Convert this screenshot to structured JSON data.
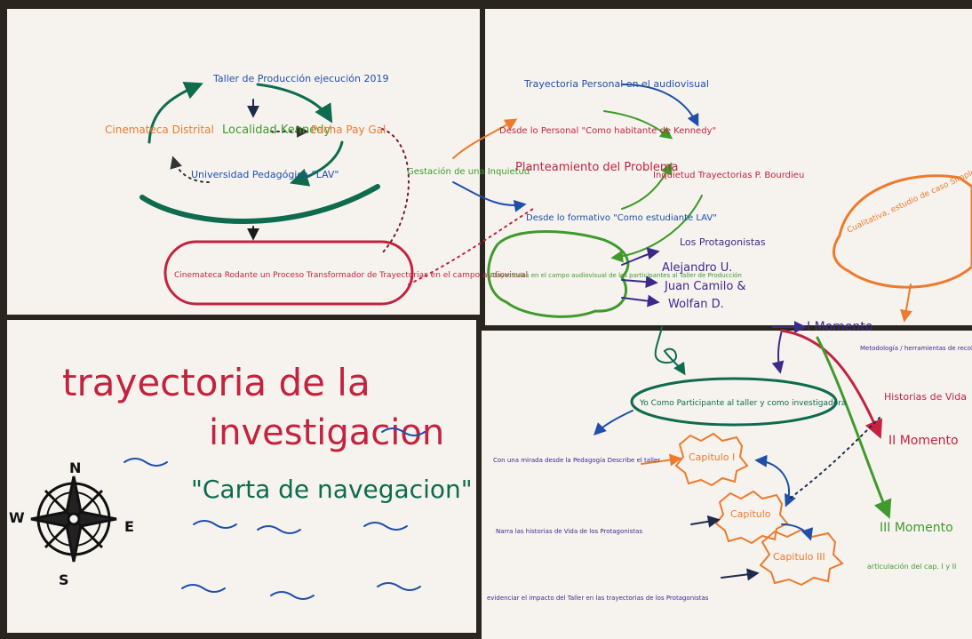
{
  "colors": {
    "blue": "#1f4fa8",
    "green": "#3f9a2c",
    "orange": "#ee7a2c",
    "red": "#c4233f",
    "teal": "#0e6b4e",
    "purple": "#3b2a8a",
    "paper": "#f6f3ef"
  },
  "top_left": {
    "taller": "Taller de Producción ejecución 2019",
    "localidad": "Localidad Kennedy",
    "cinemateca_distrital": "Cinemateca Distrital",
    "pacha_paygal": "Pacha Pay Gal",
    "universidad": "Universidad Pedagógica \"LAV\"",
    "rodante": "Cinemateca Rodante un Proceso Transformador de Trayectorias en el campo audiovisual"
  },
  "top_right": {
    "trayectoria_personal": "Trayectoria Personal en el audiovisual",
    "desde_personal": "Desde lo Personal \"Como habitante de Kennedy\"",
    "gestacion": "Gestación de una Inquietud",
    "planteamiento": "Planteamiento del Problema",
    "desde_formativo": "Desde lo formativo \"Como estudiante LAV\"",
    "inquietud": "Inquietud Trayectorias P. Bourdieu",
    "trayectorias_campo": "Trayectorias en el campo audiovisual de los participantes al Taller de Producción",
    "protagonistas": "Los Protagonistas",
    "alejandro": "Alejandro U.",
    "juan_camilo": "Juan Camilo &",
    "wolfan": "Wolfan D.",
    "cualitativa": "Cualitativa, estudio de caso Simple",
    "momento_1": "I Momento",
    "metodologia": "Metodología / herramientas de recolección de la info",
    "historias": "Historias de Vida"
  },
  "bottom_left": {
    "title_line1": "trayectoria de la",
    "title_line2": "investigacion",
    "subtitle": "\"Carta de navegacion\"",
    "compass_n": "N",
    "compass_s": "S",
    "compass_e": "E",
    "compass_w": "W"
  },
  "bottom_right": {
    "yo_como": "Yo Como Participante al taller y como investigadora",
    "con_una_mirada": "Con una mirada desde la Pedagogía Describe el taller",
    "capitulo_1": "Capitulo I",
    "capitulo_2": "Capitulo",
    "capitulo_3": "Capitulo III",
    "narra": "Narra las historias de Vida de los Protagonistas",
    "evidenciar": "evidenciar el impacto del Taller en las trayectorias de los Protagonistas",
    "momento_2": "II Momento",
    "momento_3": "III Momento",
    "articulacion": "articulación del cap. I y II"
  }
}
